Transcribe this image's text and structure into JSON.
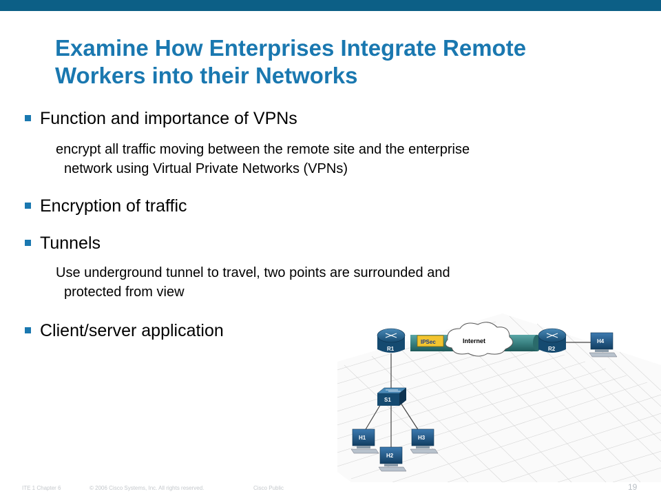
{
  "title_line1": "Examine How Enterprises Integrate Remote",
  "title_line2": "Workers into their Networks",
  "bullets": [
    {
      "text": "Function and importance of VPNs",
      "sub_lines": [
        "encrypt all traffic moving between the remote site and the enterprise",
        "network using Virtual Private Networks (VPNs)"
      ]
    },
    {
      "text": "Encryption of traffic",
      "sub_lines": []
    },
    {
      "text": "Tunnels",
      "sub_lines": [
        "Use underground tunnel to travel, two points are surrounded and",
        "protected from view"
      ]
    },
    {
      "text": "Client/server application",
      "sub_lines": []
    }
  ],
  "footer": {
    "course": "ITE 1 Chapter 6",
    "copyright": "© 2006 Cisco Systems, Inc. All rights reserved.",
    "classification": "Cisco Public",
    "page_number": "19"
  },
  "diagram": {
    "routers": [
      "R1",
      "R2"
    ],
    "switch": "S1",
    "hosts": [
      "H1",
      "H2",
      "H3",
      "H4"
    ],
    "tunnel_label": "IPSec",
    "cloud_label": "Internet"
  },
  "colors": {
    "accent": "#1a78b0",
    "top_bar": "#0c5f86",
    "device": "#1a5f8a",
    "tunnel": "#3a8282"
  }
}
